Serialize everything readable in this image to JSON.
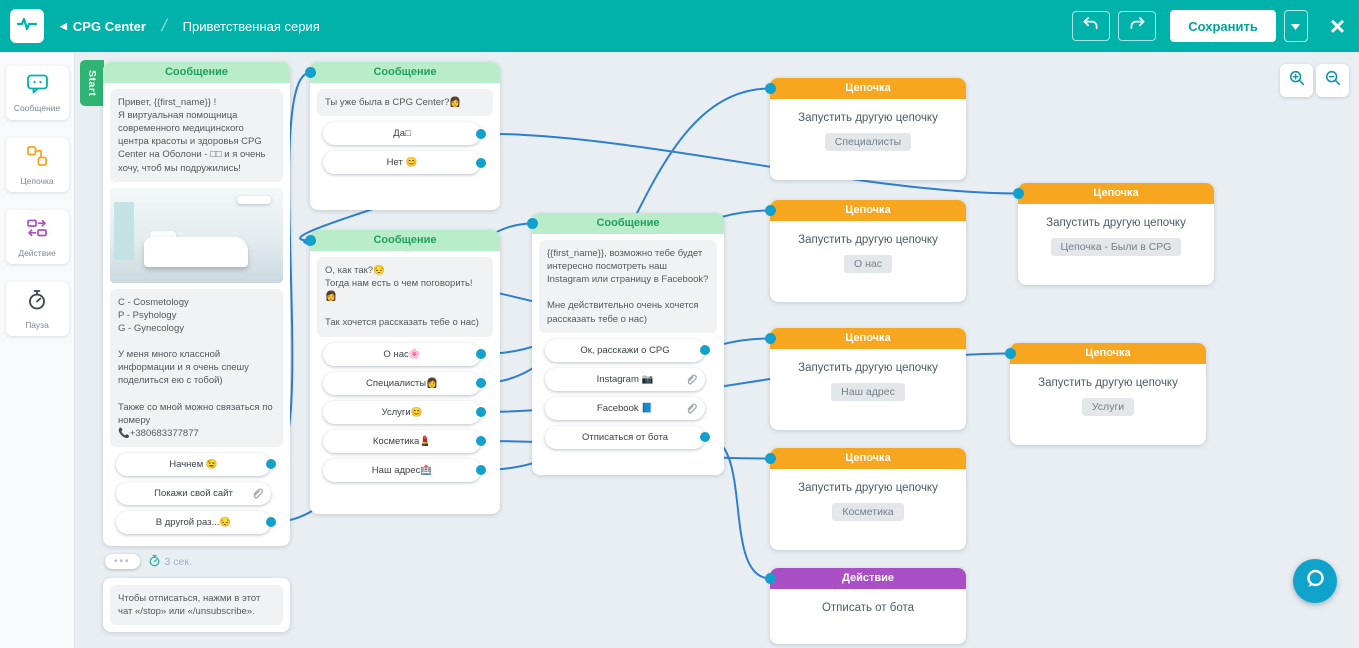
{
  "colors": {
    "topbar": "#00b2aa",
    "message_header": "#b9edca",
    "chain_header": "#f7a71f",
    "action_header": "#ab4fc6",
    "wire": "#2e7fd0",
    "port": "#12a0cd",
    "start_tab": "#2eb573"
  },
  "topbar": {
    "logo_icon": "pulse-icon",
    "back_icon": "back-arrow-icon",
    "app_title": "CPG Center",
    "breadcrumb": "Приветственная серия",
    "undo_icon": "undo-icon",
    "redo_icon": "redo-icon",
    "save_label": "Сохранить",
    "save_caret_icon": "caret-down-icon",
    "close_icon": "close-icon",
    "close_glyph": "×"
  },
  "sidebar": {
    "items": [
      {
        "label": "Сообщение",
        "icon": "message-icon"
      },
      {
        "label": "Цепочка",
        "icon": "chain-icon"
      },
      {
        "label": "Действие",
        "icon": "action-icon"
      },
      {
        "label": "Пауза",
        "icon": "pause-icon"
      }
    ]
  },
  "canvas": {
    "start_label": "Start",
    "zoom_in_icon": "zoom-in-icon",
    "zoom_out_icon": "zoom-out-icon",
    "chat_fab_icon": "chat-bubble-icon"
  },
  "nodes": {
    "msg1": {
      "type": "Сообщение",
      "bubble1": "Привет, {{first_name}} !\nЯ виртуальная помощница современного медицинского центра красоты и здоровья CPG Center на Оболони - □□ и я очень хочу, чтоб мы подружились!",
      "image": "clinic-room-photo",
      "bubble2": "C - Cosmetology\nP - Psyhology\nG - Gynecology\n\nУ меня много классной информации и я очень спешу поделиться ею с тобой)\n\nТакже со мной можно связаться по номеру\n📞+380683377877",
      "buttons": [
        {
          "label": "Начнем 😉",
          "connector": "dot"
        },
        {
          "label": "Покажи свой сайт",
          "connector": "link"
        },
        {
          "label": "В другой раз...😔",
          "connector": "dot"
        }
      ],
      "more_label": "•••",
      "delay": "3 сек.",
      "bubble3": "Чтобы отписаться, нажми в этот чат «/stop» или «/unsubscribe»."
    },
    "msg2": {
      "type": "Сообщение",
      "bubble1": "Ты уже была в CPG Center?👩",
      "buttons": [
        {
          "label": "Да□",
          "connector": "dot"
        },
        {
          "label": "Нет 😊",
          "connector": "dot"
        }
      ]
    },
    "msg3": {
      "type": "Сообщение",
      "bubble1": "О, как так?😔\nТогда нам есть о чем поговорить!\n👩\n\nТак хочется рассказать тебе о нас)",
      "buttons": [
        {
          "label": "О нас🌸",
          "connector": "dot"
        },
        {
          "label": "Специалисты👩",
          "connector": "dot"
        },
        {
          "label": "Услуги😊",
          "connector": "dot"
        },
        {
          "label": "Косметика💄",
          "connector": "dot"
        },
        {
          "label": "Наш адрес🏥",
          "connector": "dot"
        }
      ]
    },
    "msg4": {
      "type": "Сообщение",
      "bubble1": "{{first_name}}, возможно тебе будет интересно посмотреть наш Instagram или страницу в Facebook?\n\nМне действительно очень хочется рассказать тебе о нас)",
      "buttons": [
        {
          "label": "Ок, расскажи о CPG",
          "connector": "dot"
        },
        {
          "label": "Instagram 📷",
          "connector": "link"
        },
        {
          "label": "Facebook 📘",
          "connector": "link"
        },
        {
          "label": "Отписаться от бота",
          "connector": "dot"
        }
      ]
    },
    "chainA": {
      "type": "Цепочка",
      "action_label": "Запустить другую цепочку",
      "target": "Специалисты"
    },
    "chainB": {
      "type": "Цепочка",
      "action_label": "Запустить другую цепочку",
      "target": "О нас"
    },
    "chainC": {
      "type": "Цепочка",
      "action_label": "Запустить другую цепочку",
      "target": "Цепочка - Были в CPG"
    },
    "chainD": {
      "type": "Цепочка",
      "action_label": "Запустить другую цепочку",
      "target": "Наш адрес"
    },
    "chainE": {
      "type": "Цепочка",
      "action_label": "Запустить другую цепочку",
      "target": "Услуги"
    },
    "chainF": {
      "type": "Цепочка",
      "action_label": "Запустить другую цепочку",
      "target": "Косметика"
    },
    "action1": {
      "type": "Действие",
      "action_label": "Отписать от бота"
    }
  },
  "connections": [
    {
      "from": "out-msg1-b0",
      "to": "in-msg2"
    },
    {
      "from": "out-msg1-b2",
      "to": "in-msg4"
    },
    {
      "from": "out-msg2-b0",
      "to": "in-chainC"
    },
    {
      "from": "out-msg2-b1",
      "to": "in-msg3"
    },
    {
      "from": "out-msg3-b0",
      "to": "in-chainB"
    },
    {
      "from": "out-msg3-b1",
      "to": "in-chainA"
    },
    {
      "from": "out-msg3-b2",
      "to": "in-chainE"
    },
    {
      "from": "out-msg3-b3",
      "to": "in-chainF"
    },
    {
      "from": "out-msg3-b4",
      "to": "in-chainD"
    },
    {
      "from": "out-msg4-b0",
      "to": "in-msg3"
    },
    {
      "from": "out-msg4-b3",
      "to": "in-action1"
    }
  ]
}
